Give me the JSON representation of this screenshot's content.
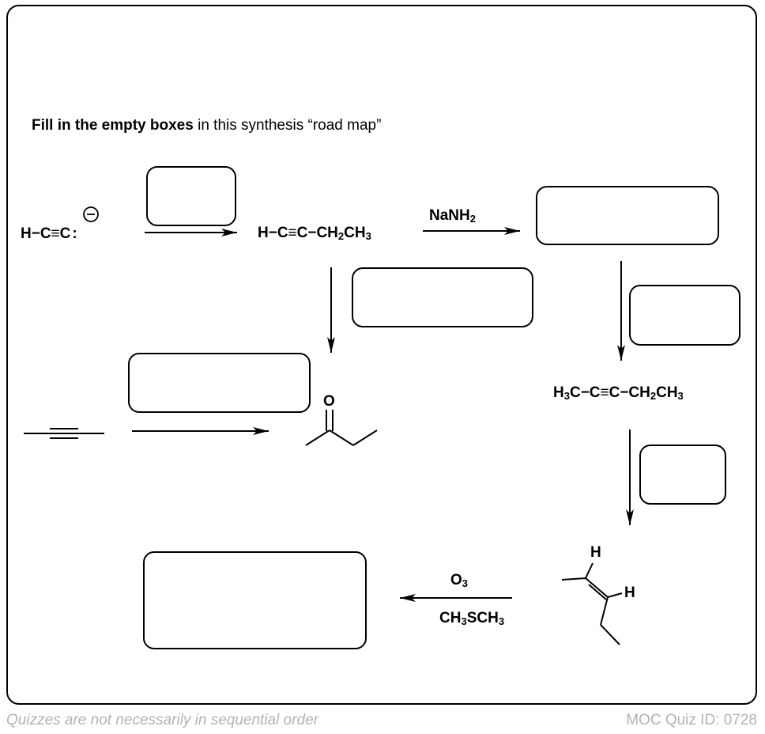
{
  "instruction": {
    "bold": "Fill in the empty boxes",
    "rest": " in this synthesis “road map”"
  },
  "molecules": {
    "acetylide": "H−C≡C",
    "lone_pair": ":",
    "charge": "−",
    "butyne_1": {
      "main": "H−C≡C−CH",
      "sub1": "2",
      "mid": "CH",
      "sub2": "3"
    },
    "pentyne_2": {
      "a": "H",
      "sub_a": "3",
      "b": "C−C≡C−CH",
      "sub_b": "2",
      "c": "CH",
      "sub_c": "3"
    },
    "ketone_o": "O",
    "alkene_h_top": "H",
    "alkene_h_right": "H"
  },
  "reagents": {
    "nanh2": {
      "main": "NaNH",
      "sub": "2"
    },
    "o3": {
      "main": "O",
      "sub": "3"
    },
    "dms": {
      "a": "CH",
      "sub_a": "3",
      "b": "SCH",
      "sub_b": "3"
    }
  },
  "footer": {
    "left": "Quizzes are not necessarily in sequential order",
    "right": "MOC Quiz ID: 0728"
  }
}
